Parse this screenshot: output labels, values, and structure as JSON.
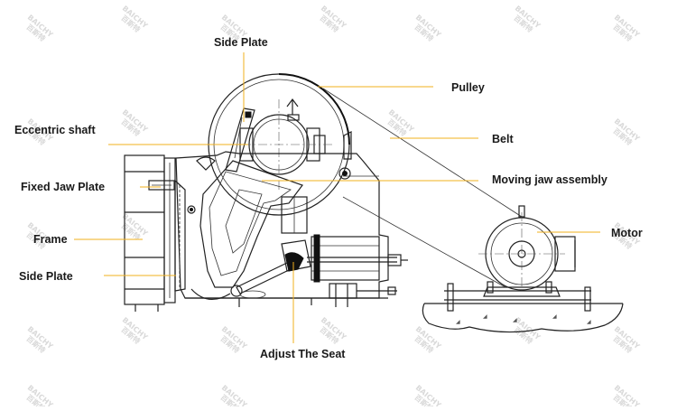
{
  "watermark": {
    "brand": "BAICHY",
    "chinese": "百斯特"
  },
  "labels": {
    "side_plate_top": "Side Plate",
    "pulley": "Pulley",
    "eccentric_shaft": "Eccentric shaft",
    "belt": "Belt",
    "moving_jaw_assembly": "Moving jaw assembly",
    "fixed_jaw_plate": "Fixed Jaw Plate",
    "motor": "Motor",
    "frame": "Frame",
    "side_plate_bottom": "Side Plate",
    "adjust_the_seat": "Adjust The Seat"
  },
  "colors": {
    "leader_line": "#f2b01e",
    "ink": "#222222",
    "watermark": "#d9d9d9"
  }
}
